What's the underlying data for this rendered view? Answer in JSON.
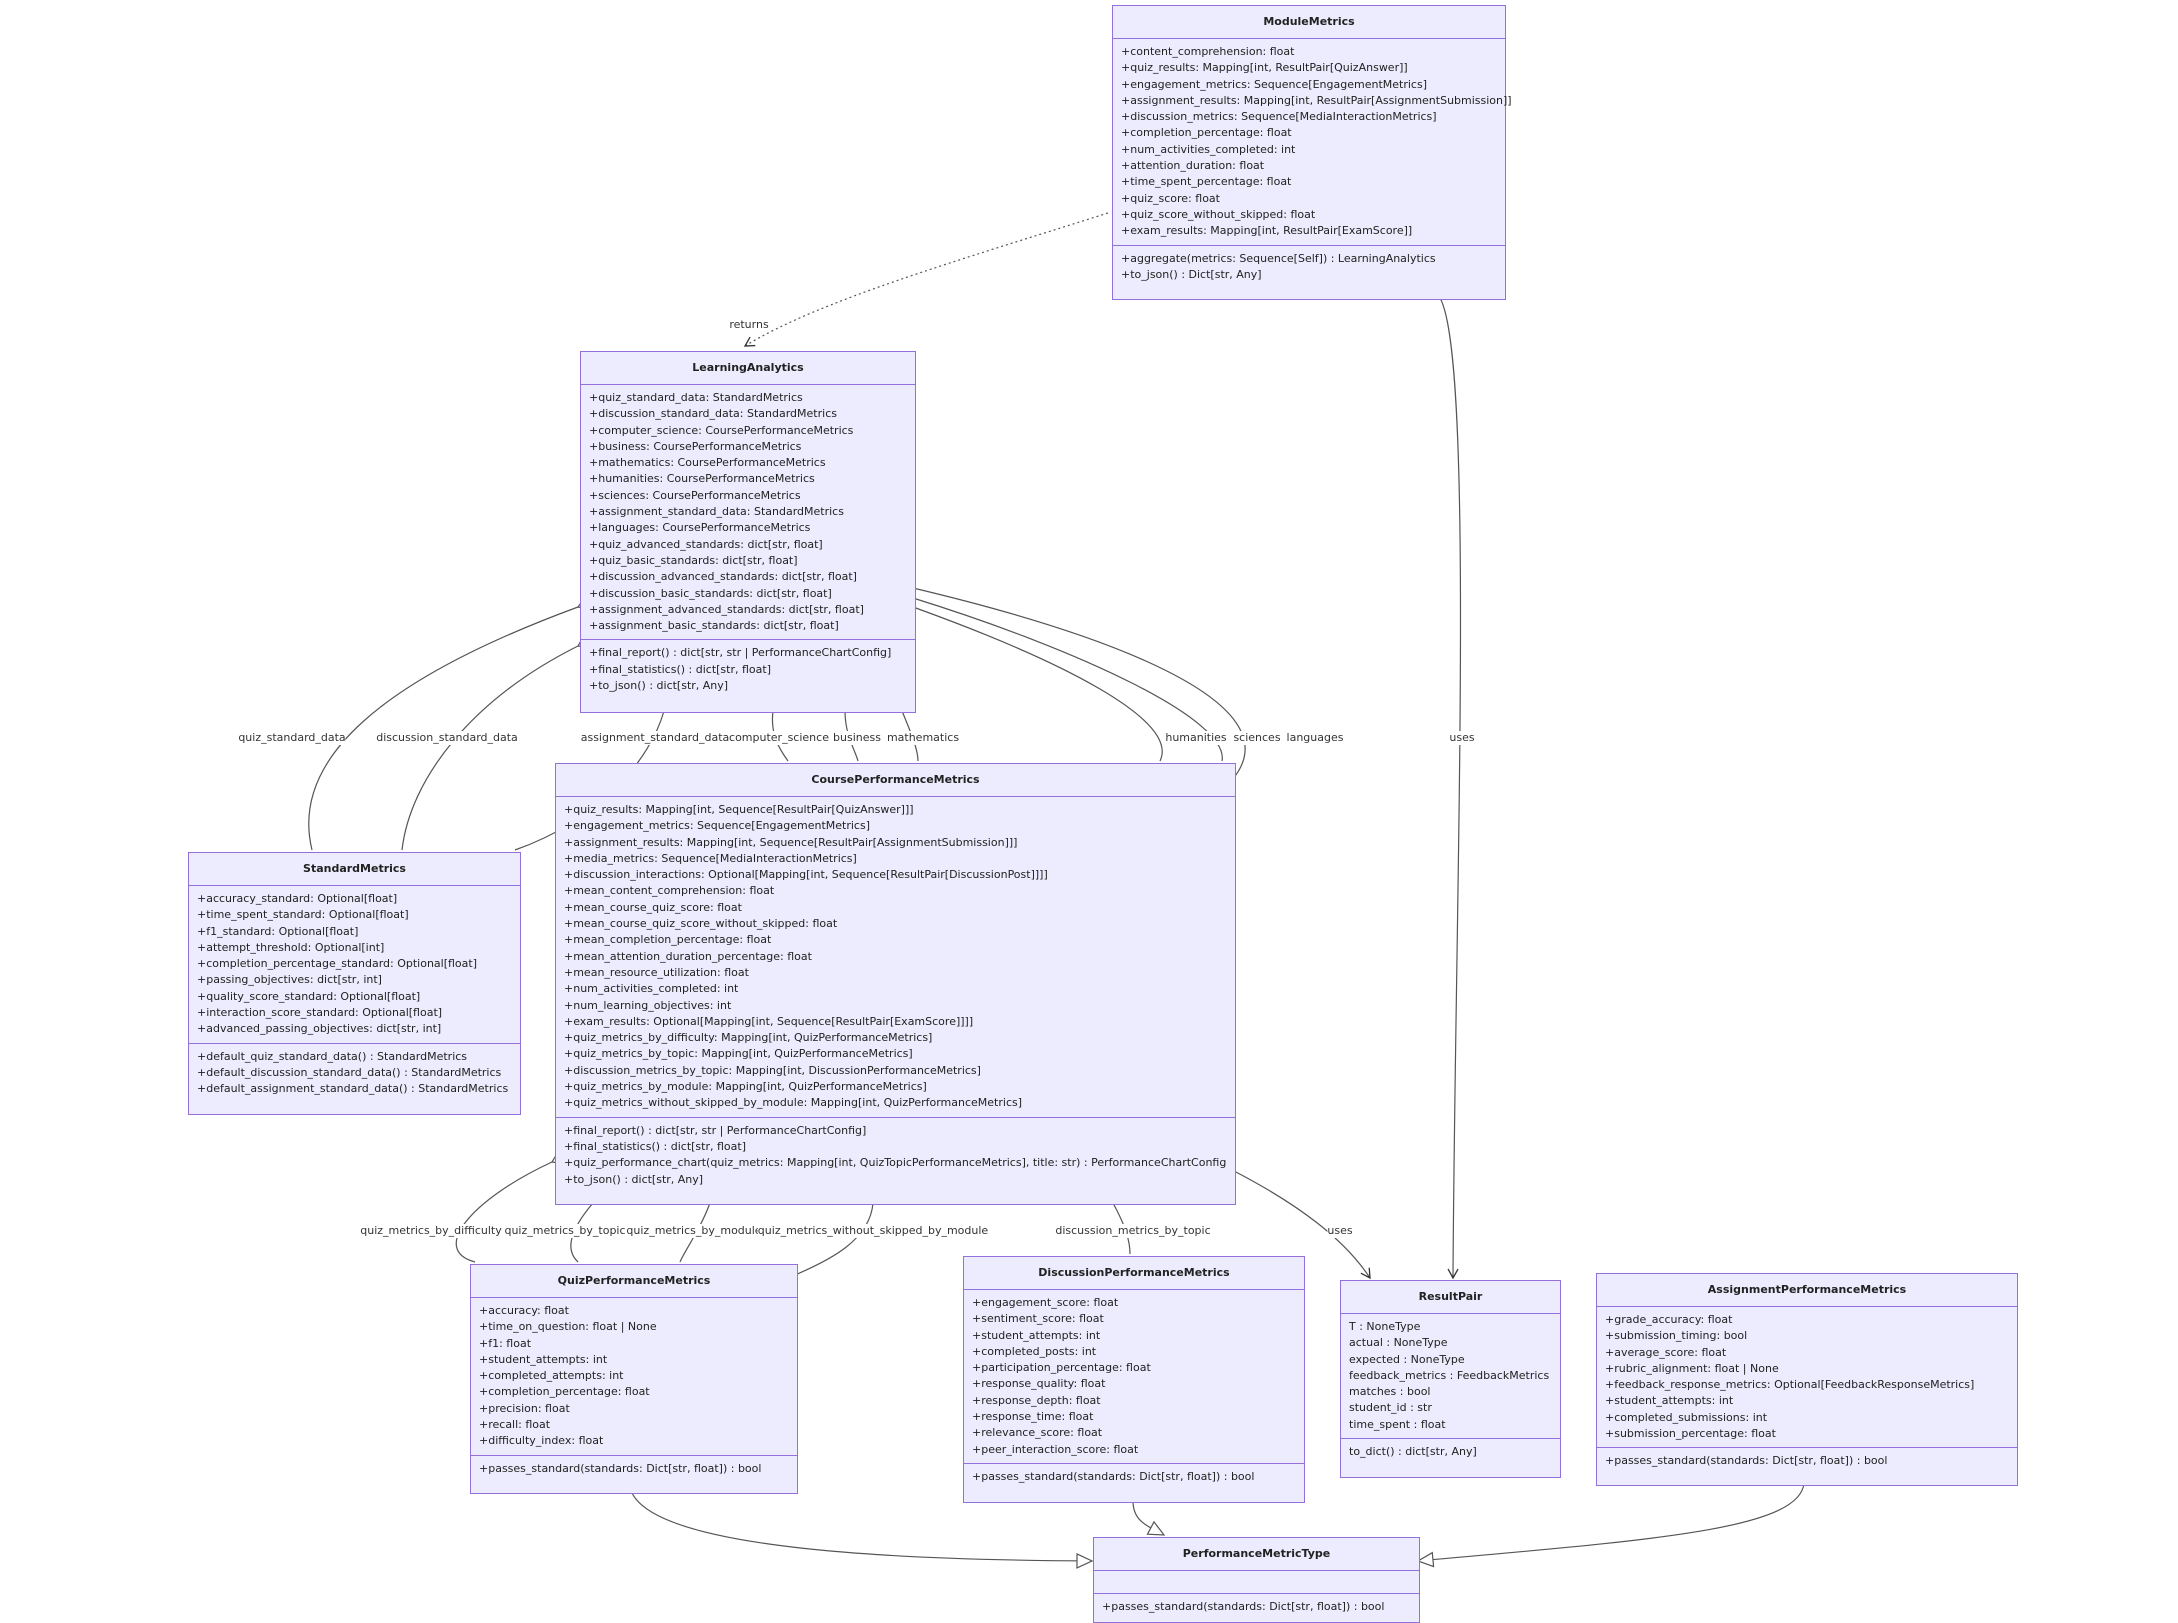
{
  "classes": {
    "module_metrics": {
      "name": "ModuleMetrics",
      "attributes": [
        "+content_comprehension: float",
        "+quiz_results: Mapping[int, ResultPair[QuizAnswer]]",
        "+engagement_metrics: Sequence[EngagementMetrics]",
        "+assignment_results: Mapping[int, ResultPair[AssignmentSubmission]]",
        "+discussion_metrics: Sequence[MediaInteractionMetrics]",
        "+completion_percentage: float",
        "+num_activities_completed: int",
        "+attention_duration: float",
        "+time_spent_percentage: float",
        "+quiz_score: float",
        "+quiz_score_without_skipped: float",
        "+exam_results: Mapping[int, ResultPair[ExamScore]]"
      ],
      "methods": [
        "+aggregate(metrics: Sequence[Self]) : LearningAnalytics",
        "+to_json() : Dict[str, Any]"
      ]
    },
    "learning_analytics": {
      "name": "LearningAnalytics",
      "attributes": [
        "+quiz_standard_data: StandardMetrics",
        "+discussion_standard_data: StandardMetrics",
        "+computer_science: CoursePerformanceMetrics",
        "+business: CoursePerformanceMetrics",
        "+mathematics: CoursePerformanceMetrics",
        "+humanities: CoursePerformanceMetrics",
        "+sciences: CoursePerformanceMetrics",
        "+assignment_standard_data: StandardMetrics",
        "+languages: CoursePerformanceMetrics",
        "+quiz_advanced_standards: dict[str, float]",
        "+quiz_basic_standards: dict[str, float]",
        "+discussion_advanced_standards: dict[str, float]",
        "+discussion_basic_standards: dict[str, float]",
        "+assignment_advanced_standards: dict[str, float]",
        "+assignment_basic_standards: dict[str, float]"
      ],
      "methods": [
        "+final_report() : dict[str, str | PerformanceChartConfig]",
        "+final_statistics() : dict[str, float]",
        "+to_json() : dict[str, Any]"
      ]
    },
    "standard_metrics": {
      "name": "StandardMetrics",
      "attributes": [
        "+accuracy_standard: Optional[float]",
        "+time_spent_standard: Optional[float]",
        "+f1_standard: Optional[float]",
        "+attempt_threshold: Optional[int]",
        "+completion_percentage_standard: Optional[float]",
        "+passing_objectives: dict[str, int]",
        "+quality_score_standard: Optional[float]",
        "+interaction_score_standard: Optional[float]",
        "+advanced_passing_objectives: dict[str, int]"
      ],
      "methods": [
        "+default_quiz_standard_data() : StandardMetrics",
        "+default_discussion_standard_data() : StandardMetrics",
        "+default_assignment_standard_data() : StandardMetrics"
      ]
    },
    "course_performance_metrics": {
      "name": "CoursePerformanceMetrics",
      "attributes": [
        "+quiz_results: Mapping[int, Sequence[ResultPair[QuizAnswer]]]",
        "+engagement_metrics: Sequence[EngagementMetrics]",
        "+assignment_results: Mapping[int, Sequence[ResultPair[AssignmentSubmission]]]",
        "+media_metrics: Sequence[MediaInteractionMetrics]",
        "+discussion_interactions: Optional[Mapping[int, Sequence[ResultPair[DiscussionPost]]]]",
        "+mean_content_comprehension: float",
        "+mean_course_quiz_score: float",
        "+mean_course_quiz_score_without_skipped: float",
        "+mean_completion_percentage: float",
        "+mean_attention_duration_percentage: float",
        "+mean_resource_utilization: float",
        "+num_activities_completed: int",
        "+num_learning_objectives: int",
        "+exam_results: Optional[Mapping[int, Sequence[ResultPair[ExamScore]]]]",
        "+quiz_metrics_by_difficulty: Mapping[int, QuizPerformanceMetrics]",
        "+quiz_metrics_by_topic: Mapping[int, QuizPerformanceMetrics]",
        "+discussion_metrics_by_topic: Mapping[int, DiscussionPerformanceMetrics]",
        "+quiz_metrics_by_module: Mapping[int, QuizPerformanceMetrics]",
        "+quiz_metrics_without_skipped_by_module: Mapping[int, QuizPerformanceMetrics]"
      ],
      "methods": [
        "+final_report() : dict[str, str | PerformanceChartConfig]",
        "+final_statistics() : dict[str, float]",
        "+quiz_performance_chart(quiz_metrics: Mapping[int, QuizTopicPerformanceMetrics], title: str) : PerformanceChartConfig",
        "+to_json() : dict[str, Any]"
      ]
    },
    "quiz_performance_metrics": {
      "name": "QuizPerformanceMetrics",
      "attributes": [
        "+accuracy: float",
        "+time_on_question: float | None",
        "+f1: float",
        "+student_attempts: int",
        "+completed_attempts: int",
        "+completion_percentage: float",
        "+precision: float",
        "+recall: float",
        "+difficulty_index: float"
      ],
      "methods": [
        "+passes_standard(standards: Dict[str, float]) : bool"
      ]
    },
    "discussion_performance_metrics": {
      "name": "DiscussionPerformanceMetrics",
      "attributes": [
        "+engagement_score: float",
        "+sentiment_score: float",
        "+student_attempts: int",
        "+completed_posts: int",
        "+participation_percentage: float",
        "+response_quality: float",
        "+response_depth: float",
        "+response_time: float",
        "+relevance_score: float",
        "+peer_interaction_score: float"
      ],
      "methods": [
        "+passes_standard(standards: Dict[str, float]) : bool"
      ]
    },
    "result_pair": {
      "name": "ResultPair",
      "attributes": [
        "T : NoneType",
        "actual : NoneType",
        "expected : NoneType",
        "feedback_metrics : FeedbackMetrics",
        "matches : bool",
        "student_id : str",
        "time_spent : float"
      ],
      "methods": [
        "to_dict() : dict[str, Any]"
      ]
    },
    "assignment_performance_metrics": {
      "name": "AssignmentPerformanceMetrics",
      "attributes": [
        "+grade_accuracy: float",
        "+submission_timing: bool",
        "+average_score: float",
        "+rubric_alignment: float | None",
        "+feedback_response_metrics: Optional[FeedbackResponseMetrics]",
        "+student_attempts: int",
        "+completed_submissions: int",
        "+submission_percentage: float"
      ],
      "methods": [
        "+passes_standard(standards: Dict[str, float]) : bool"
      ]
    },
    "performance_metric_type": {
      "name": "PerformanceMetricType",
      "attributes": [],
      "methods": [
        "+passes_standard(standards: Dict[str, float]) : bool"
      ]
    }
  },
  "edge_labels": {
    "returns": "returns",
    "uses_module": "uses",
    "uses_course": "uses",
    "quiz_standard_data": "quiz_standard_data",
    "discussion_standard_data": "discussion_standard_data",
    "assignment_standard_data": "assignment_standard_data",
    "computer_science": "computer_science",
    "business": "business",
    "mathematics": "mathematics",
    "humanities": "humanities",
    "sciences": "sciences",
    "languages": "languages",
    "quiz_metrics_by_difficulty": "quiz_metrics_by_difficulty",
    "quiz_metrics_by_topic": "quiz_metrics_by_topic",
    "quiz_metrics_by_module": "quiz_metrics_by_module",
    "quiz_metrics_without_skipped_by_module": "quiz_metrics_without_skipped_by_module",
    "discussion_metrics_by_topic": "discussion_metrics_by_topic"
  },
  "colors": {
    "node_fill": "#ececfe",
    "node_border": "#9370db",
    "edge": "#555555"
  }
}
